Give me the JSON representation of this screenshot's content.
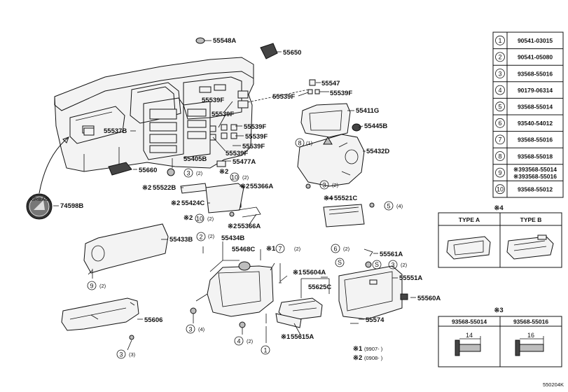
{
  "callouts": {
    "p55548A": "55548A",
    "p55650": "55650",
    "p55547": "55547",
    "p55539F_a": "55539F",
    "p55539F_b": "55539F",
    "p55539F_c": "55539F",
    "p55539F_d": "55539F",
    "p55539F_e": "55539F",
    "p55539F_f": "55539F",
    "p55539F_g": "55539F",
    "p55411G": "55411G",
    "p55445B": "55445B",
    "p55537B": "55537B",
    "p55405B": "55405B",
    "p55477A": "55477A",
    "p55432D": "55432D",
    "p55660": "55660",
    "p74598B": "74598B",
    "p55522B": "55522B",
    "p55366A_a": "55366A",
    "p55424C": "55424C",
    "p55366A_b": "55366A",
    "p55521C": "55521C",
    "p55433B": "55433B",
    "p55434B": "55434B",
    "p55468C": "55468C",
    "p55561A": "55561A",
    "p55604A": "55604A",
    "p55625C": "55625C",
    "p55551A": "55551A",
    "p55560A": "55560A",
    "p55606": "55606",
    "p55574": "55574",
    "p55615A": "55615A"
  },
  "marks": {
    "ref1": "※1",
    "ref2": "※2",
    "ref4": "※4",
    "ref3": "※3"
  },
  "qty": {
    "q_3_a": "(2)",
    "q_10_a": "(2)",
    "q_10_b": "(2)",
    "q_2_a": "(2)",
    "q_7": "(2)",
    "q_3_b": "(2)",
    "q_5": "(4)",
    "q_8": "(1)",
    "q_9": "(2)",
    "q_6": "(2)",
    "q_3_c": "(2)",
    "q_3_d": "(4)",
    "q_4": "(2)",
    "q_3_e": "(3)"
  },
  "circled": {
    "c1": "1",
    "c2": "2",
    "c3": "3",
    "c4": "4",
    "c5": "5",
    "c6": "6",
    "c7": "7",
    "c8": "8",
    "c9": "9",
    "c10": "10",
    "s": "S"
  },
  "parts_table": [
    {
      "num": "1",
      "part": "90541-03015"
    },
    {
      "num": "2",
      "part": "90541-05080"
    },
    {
      "num": "3",
      "part": "93568-55016"
    },
    {
      "num": "4",
      "part": "90179-06314"
    },
    {
      "num": "5",
      "part": "93568-55014"
    },
    {
      "num": "6",
      "part": "93540-54012"
    },
    {
      "num": "7",
      "part": "93568-55016"
    },
    {
      "num": "8",
      "part": "93568-55018"
    },
    {
      "num": "9",
      "part": "※393568-55014",
      "part2": "※393568-55016"
    },
    {
      "num": "10",
      "part": "93568-55012"
    }
  ],
  "type_box": {
    "title": "※4",
    "type_a": "TYPE A",
    "type_b": "TYPE B"
  },
  "screw_box": {
    "title": "※3",
    "col1": "93568-55014",
    "col2": "93568-55016",
    "dim1": "14",
    "dim2": "16"
  },
  "notes": {
    "n1_mark": "※1",
    "n1_text": "(9907-     )",
    "n2_mark": "※2",
    "n2_text": "(0908-     )"
  },
  "airbag_text": "AIRBAG",
  "diagram_code": "550204K"
}
